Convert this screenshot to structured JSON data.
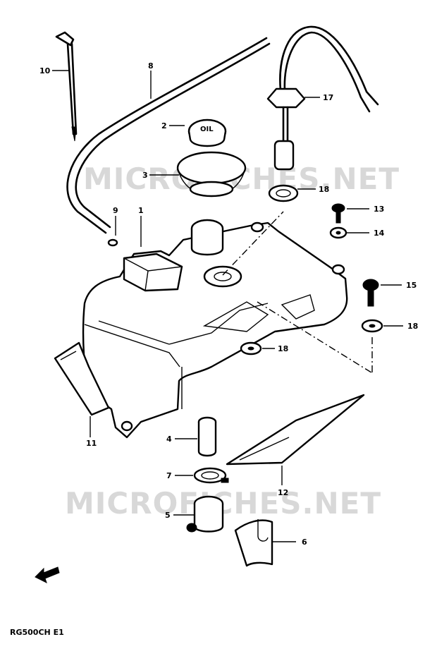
{
  "watermark": "MICROFICHES.NET",
  "diagram_code": "RG500CH E1",
  "callouts": [
    {
      "id": "c10",
      "text": "10"
    },
    {
      "id": "c8",
      "text": "8"
    },
    {
      "id": "c2",
      "text": "2"
    },
    {
      "id": "c3",
      "text": "3"
    },
    {
      "id": "c9",
      "text": "9"
    },
    {
      "id": "c1",
      "text": "1"
    },
    {
      "id": "c17",
      "text": "17"
    },
    {
      "id": "c18a",
      "text": "18"
    },
    {
      "id": "c13",
      "text": "13"
    },
    {
      "id": "c14",
      "text": "14"
    },
    {
      "id": "c15",
      "text": "15"
    },
    {
      "id": "c18b",
      "text": "18"
    },
    {
      "id": "c18c",
      "text": "18"
    },
    {
      "id": "c11",
      "text": "11"
    },
    {
      "id": "c4",
      "text": "4"
    },
    {
      "id": "c7",
      "text": "7"
    },
    {
      "id": "c12",
      "text": "12"
    },
    {
      "id": "c5",
      "text": "5"
    },
    {
      "id": "c6",
      "text": "6"
    }
  ],
  "cap_marking": "OIL"
}
